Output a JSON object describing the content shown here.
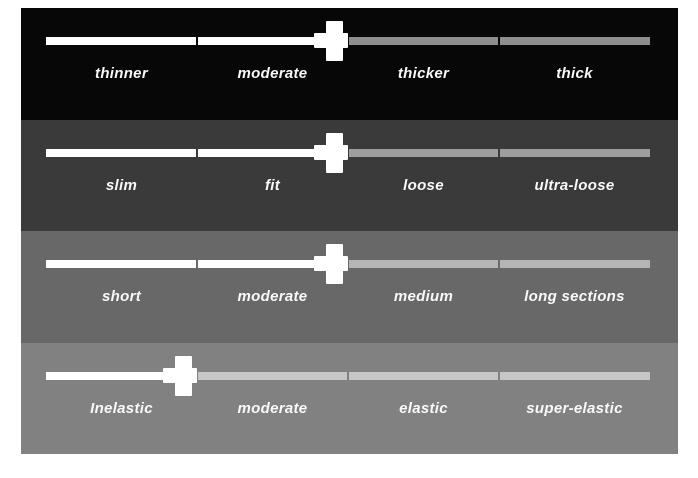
{
  "page": {
    "background": "#ffffff",
    "label_color": "#f9f9f9",
    "fill_color": "#ffffff",
    "handle_color": "#ffffff"
  },
  "sliders": [
    {
      "name": "thickness-slider",
      "background": "#070707",
      "track_unfilled": "#8e8e8e",
      "value_percent": 50,
      "labels": [
        "thinner",
        "moderate",
        "thicker",
        "thick"
      ]
    },
    {
      "name": "fit-slider",
      "background": "#3a3a3a",
      "track_unfilled": "#9e9e9e",
      "value_percent": 50,
      "labels": [
        "slim",
        "fit",
        "loose",
        "ultra-loose"
      ]
    },
    {
      "name": "length-slider",
      "background": "#686868",
      "track_unfilled": "#b5b5b5",
      "value_percent": 50,
      "labels": [
        "short",
        "moderate",
        "medium",
        "long sections"
      ]
    },
    {
      "name": "elasticity-slider",
      "background": "#818181",
      "track_unfilled": "#c6c6c6",
      "value_percent": 25,
      "labels": [
        "Inelastic",
        "moderate",
        "elastic",
        "super-elastic"
      ]
    }
  ]
}
